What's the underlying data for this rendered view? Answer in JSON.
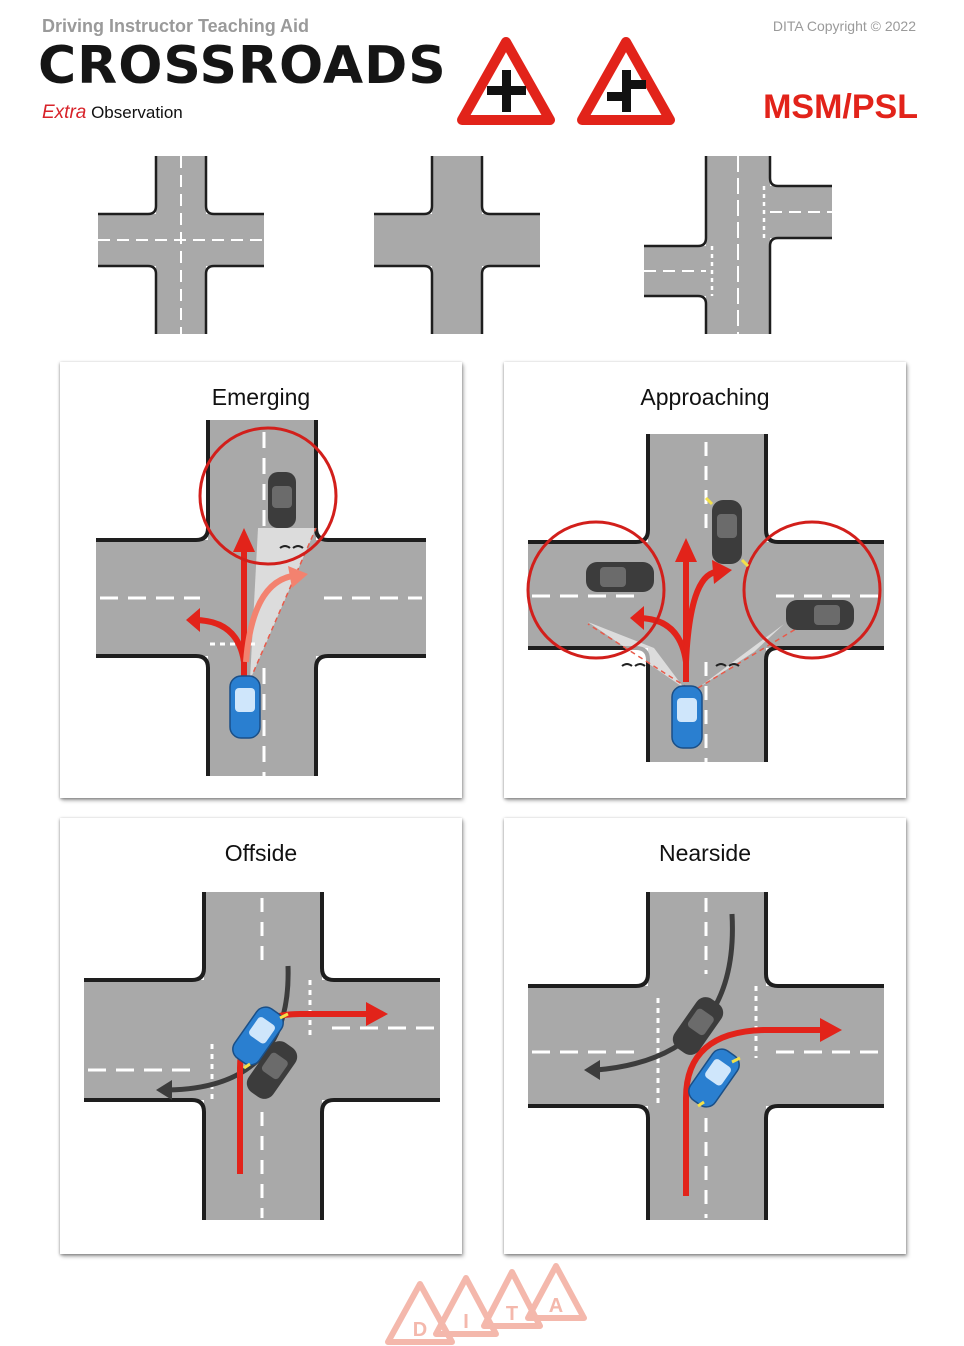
{
  "header": {
    "kicker": "Driving Instructor Teaching Aid",
    "title": "CROSSROADS",
    "subtitle_extra": "Extra",
    "subtitle_rest": " Observation",
    "copyright": "DITA Copyright © 2022",
    "method": "MSM/PSL"
  },
  "signs": [
    "crossroads-warning-sign",
    "staggered-crossroads-warning-sign"
  ],
  "junctions": [
    "crossroads-dashed-centre",
    "crossroads-no-markings",
    "crossroads-major-road"
  ],
  "panels": [
    {
      "title": "Emerging"
    },
    {
      "title": "Approaching"
    },
    {
      "title": "Offside"
    },
    {
      "title": "Nearside"
    }
  ],
  "logo": {
    "letters": [
      "D",
      "I",
      "T",
      "A"
    ]
  },
  "colors": {
    "road": "#a9a9a9",
    "curb": "#1e1e1e",
    "accent_red": "#e2231a",
    "learner_car": "#2a7fd0",
    "other_car": "#3c3c3c"
  }
}
